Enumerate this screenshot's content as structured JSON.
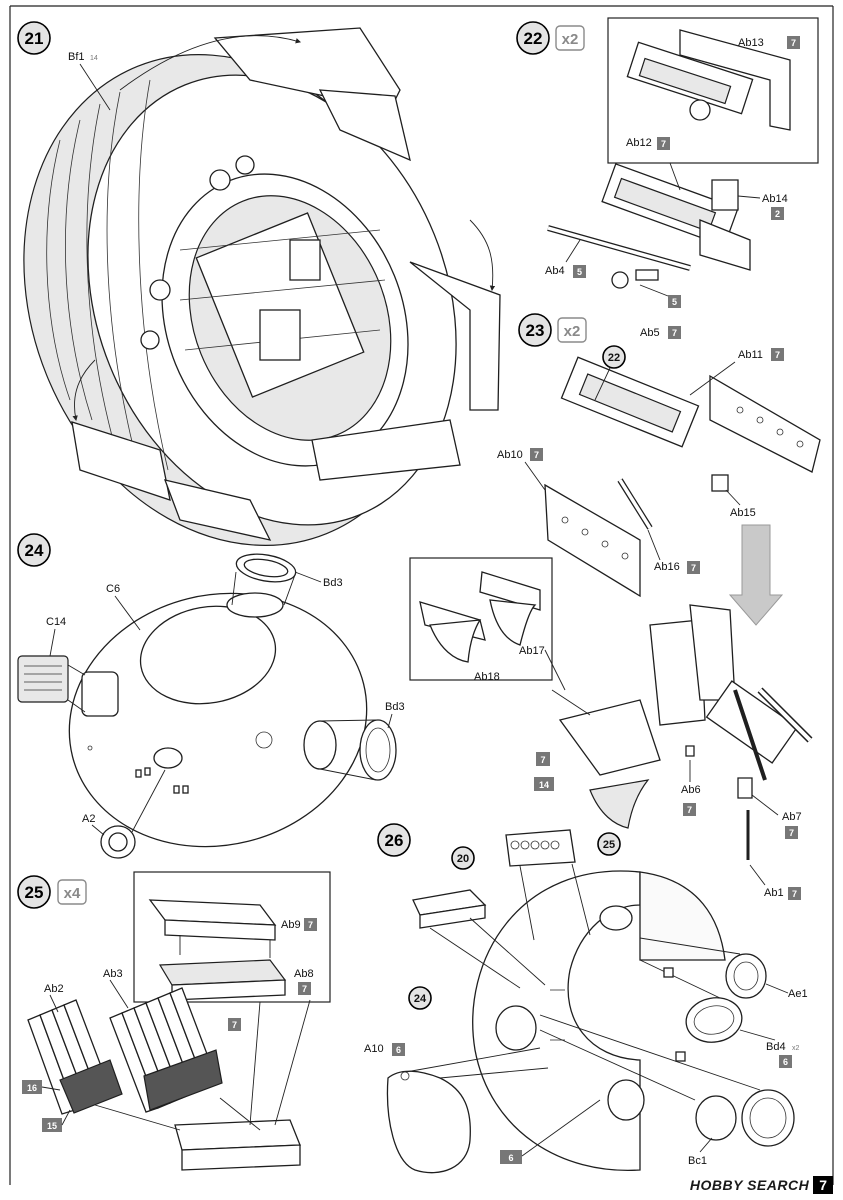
{
  "steps": {
    "s21": {
      "number": "21",
      "parts": {
        "bf1": "Bf1",
        "bf1_num": "14"
      }
    },
    "s22": {
      "number": "22",
      "mult": "x2",
      "parts": {
        "ab13": "Ab13",
        "ab13_num": "7",
        "ab12": "Ab12",
        "ab12_num": "7",
        "ab14": "Ab14",
        "ab14_num": "2",
        "ab4": "Ab4",
        "ab4_num": "5",
        "cl_num": "5"
      }
    },
    "s23": {
      "number": "23",
      "mult": "x2",
      "parts": {
        "ref": "22",
        "ab5": "Ab5",
        "ab5_num": "7",
        "ab11": "Ab11",
        "ab11_num": "7",
        "ab10": "Ab10",
        "ab10_num": "7",
        "ab15": "Ab15",
        "ab16": "Ab16",
        "ab16_num": "7",
        "ab17": "Ab17",
        "ab18": "Ab18",
        "tray_a": "7",
        "tray_b": "14",
        "ab6": "Ab6",
        "ab6_num": "7",
        "ab7": "Ab7",
        "ab7_num": "7",
        "ab1": "Ab1",
        "ab1_num": "7"
      }
    },
    "s24": {
      "number": "24",
      "parts": {
        "c6": "C6",
        "c14": "C14",
        "bd3a": "Bd3",
        "bd3b": "Bd3",
        "a2": "A2"
      }
    },
    "s25": {
      "number": "25",
      "mult": "x4",
      "parts": {
        "ab9": "Ab9",
        "ab9_num": "7",
        "ab8": "Ab8",
        "ab8_num": "7",
        "ab2": "Ab2",
        "ab3": "Ab3",
        "top_num": "7",
        "n16": "16",
        "n15": "15"
      }
    },
    "s26": {
      "number": "26",
      "parts": {
        "ref20": "20",
        "ref25": "25",
        "ref24": "24",
        "ae1": "Ae1",
        "bd4": "Bd4",
        "bd4_mult": "x2",
        "bd4_num": "6",
        "a10": "A10",
        "a10_num": "6",
        "bc1": "Bc1",
        "bottom_num": "6"
      }
    }
  },
  "footer": {
    "brand": "HOBBY SEARCH",
    "page": "7"
  },
  "colors": {
    "ink": "#1f1f1f",
    "badge": "#777777",
    "step_fill": "#e4e4e4",
    "mult": "#8a8a8a"
  }
}
